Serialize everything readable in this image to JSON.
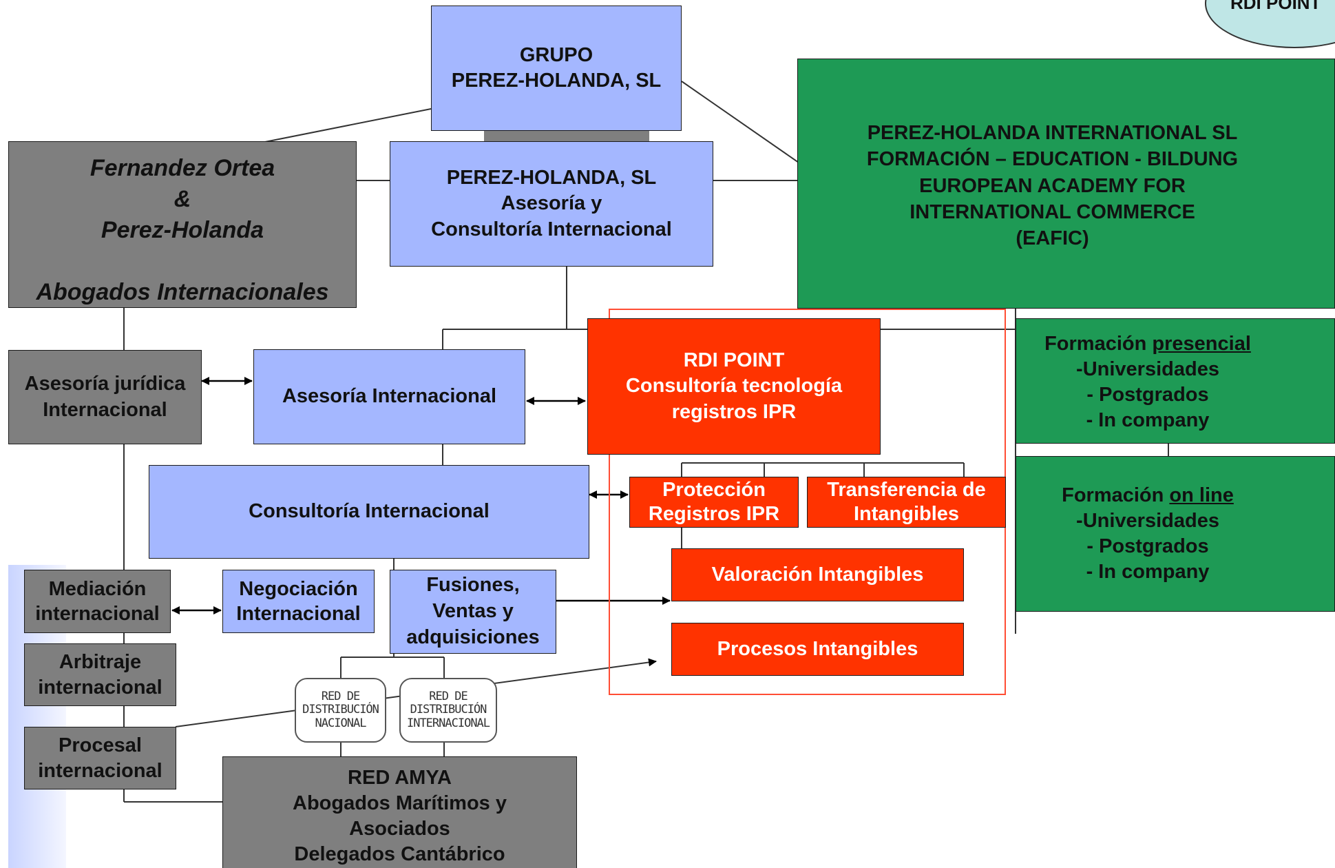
{
  "grupo": {
    "line1": "GRUPO",
    "line2": "PEREZ-HOLANDA, SL"
  },
  "abogados": {
    "line1": "Fernandez Ortea",
    "line2": "&",
    "line3": "Perez-Holanda",
    "line4": "Abogados Internacionales"
  },
  "ph_sl": {
    "line1": "PEREZ-HOLANDA, SL",
    "line2": "Asesoría y",
    "line3": "Consultoría Internacional"
  },
  "international": {
    "line1": "PEREZ-HOLANDA INTERNATIONAL SL",
    "line2": "FORMACIÓN – EDUCATION - BILDUNG",
    "line3": "EUROPEAN ACADEMY  FOR",
    "line4": "INTERNATIONAL COMMERCE",
    "line5": "(EAFIC)"
  },
  "rdi_corner": "RDI POINT",
  "asesoria_juridica": {
    "line1": "Asesoría  jurídica",
    "line2": "Internacional"
  },
  "asesoria_int": "Asesoría  Internacional",
  "rdi_point": {
    "line1": "RDI POINT",
    "line2": "Consultoría tecnología",
    "line3": "registros IPR"
  },
  "formacion_presencial": {
    "label": "Formación ",
    "underlined": "presencial",
    "item1": "Universidades",
    "item2": "Postgrados",
    "item3": "In company"
  },
  "consultoria_int": "Consultoría Internacional",
  "proteccion": {
    "line1": "Protección",
    "line2": "Registros IPR"
  },
  "transferencia": {
    "line1": "Transferencia  de",
    "line2": "Intangibles"
  },
  "formacion_online": {
    "label": "Formación ",
    "underlined": "on line",
    "item1": "Universidades",
    "item2": "Postgrados",
    "item3": "In company"
  },
  "valoracion": "Valoración  Intangibles",
  "mediacion": {
    "line1": "Mediación",
    "line2": "internacional"
  },
  "negociacion": {
    "line1": "Negociación",
    "line2": "Internacional"
  },
  "fusiones": {
    "line1": "Fusiones,",
    "line2": "Ventas y",
    "line3": "adquisiciones"
  },
  "procesos": "Procesos  Intangibles",
  "arbitraje": {
    "line1": "Arbitraje",
    "line2": "internacional"
  },
  "procesal": {
    "line1": "Procesal",
    "line2": "internacional"
  },
  "red_nacional": {
    "line1": "RED DE",
    "line2": "DISTRIBUCIÓN",
    "line3": "NACIONAL"
  },
  "red_internacional": {
    "line1": "RED DE",
    "line2": "DISTRIBUCIÓN",
    "line3": "INTERNACIONAL"
  },
  "amya": {
    "line1": "RED AMYA",
    "line2": "Abogados Marítimos y",
    "line3": "Asociados",
    "line4": "Delegados Cantábrico"
  },
  "colors": {
    "blue": "#a4b7ff",
    "gray": "#7f7f7f",
    "green": "#1e9a55",
    "red": "#ff3300",
    "cyan": "#bfe6e6"
  }
}
